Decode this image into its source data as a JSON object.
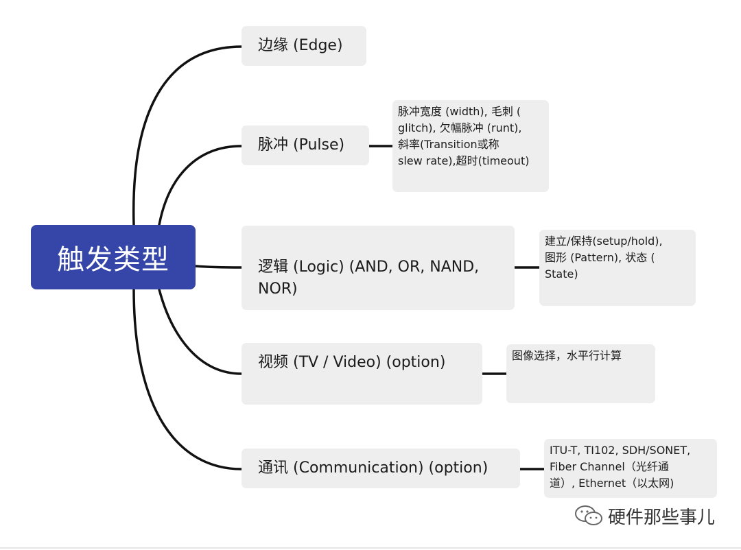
{
  "root": {
    "label": "触发类型"
  },
  "nodes": [
    {
      "label": "边缘 (Edge)",
      "detail": ""
    },
    {
      "label": "脉冲 (Pulse)",
      "detail": "脉冲宽度 (width), 毛刺 (\nglitch), 欠幅脉冲 (runt),\n斜率(Transition或称\nslew rate),超时(timeout)"
    },
    {
      "label": "逻辑 (Logic) (AND, OR, NAND,\nNOR)",
      "detail": "建立/保持(setup/hold),\n图形 (Pattern), 状态 (\nState)"
    },
    {
      "label": "视频 (TV / Video) (option)",
      "detail": "图像选择，水平行计算"
    },
    {
      "label": "通讯 (Communication) (option)",
      "detail": "ITU-T, TI102, SDH/SONET,\nFiber Channel（光纤通\n道）, Ethernet（以太网)"
    }
  ],
  "watermark": {
    "text": "硬件那些事儿",
    "icon": "wechat-icon"
  },
  "colors": {
    "root_bg": "#3546a8",
    "node_bg": "#eeeeee",
    "line": "#111111"
  }
}
